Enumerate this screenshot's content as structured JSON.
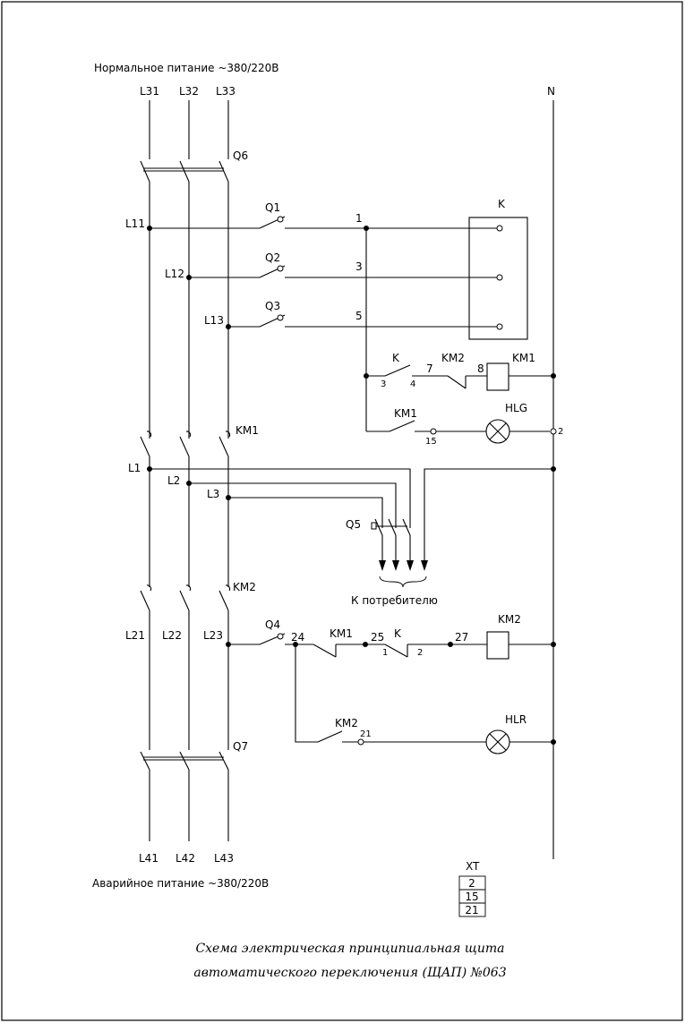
{
  "headers": {
    "normal_supply": "Нормальное питание ~380/220В",
    "emergency_supply": "Аварийное питание ~380/220В",
    "to_consumer": "К потребителю"
  },
  "caption": {
    "line1": "Схема электрическая принципиальная щита",
    "line2": "автоматического переключения (ЩАП) №063"
  },
  "lines": {
    "l31": "L31",
    "l32": "L32",
    "l33": "L33",
    "n": "N",
    "l11": "L11",
    "l12": "L12",
    "l13": "L13",
    "l1": "L1",
    "l2": "L2",
    "l3": "L3",
    "l21": "L21",
    "l22": "L22",
    "l23": "L23",
    "l41": "L41",
    "l42": "L42",
    "l43": "L43"
  },
  "devices": {
    "q6": "Q6",
    "q7": "Q7",
    "q1": "Q1",
    "q2": "Q2",
    "q3": "Q3",
    "q4": "Q4",
    "q5": "Q5",
    "k": "K",
    "km1": "KM1",
    "km2": "KM2",
    "hlg": "HLG",
    "hlr": "HLR",
    "xt": "XT"
  },
  "nodes": {
    "n1": "1",
    "n2": "2",
    "n3": "3",
    "n4": "4",
    "n5": "5",
    "n7": "7",
    "n8": "8",
    "n15": "15",
    "n21": "21",
    "n24": "24",
    "n25": "25",
    "n27": "27"
  },
  "terminal_block": {
    "title": "XT",
    "rows": [
      "2",
      "15",
      "21"
    ]
  }
}
